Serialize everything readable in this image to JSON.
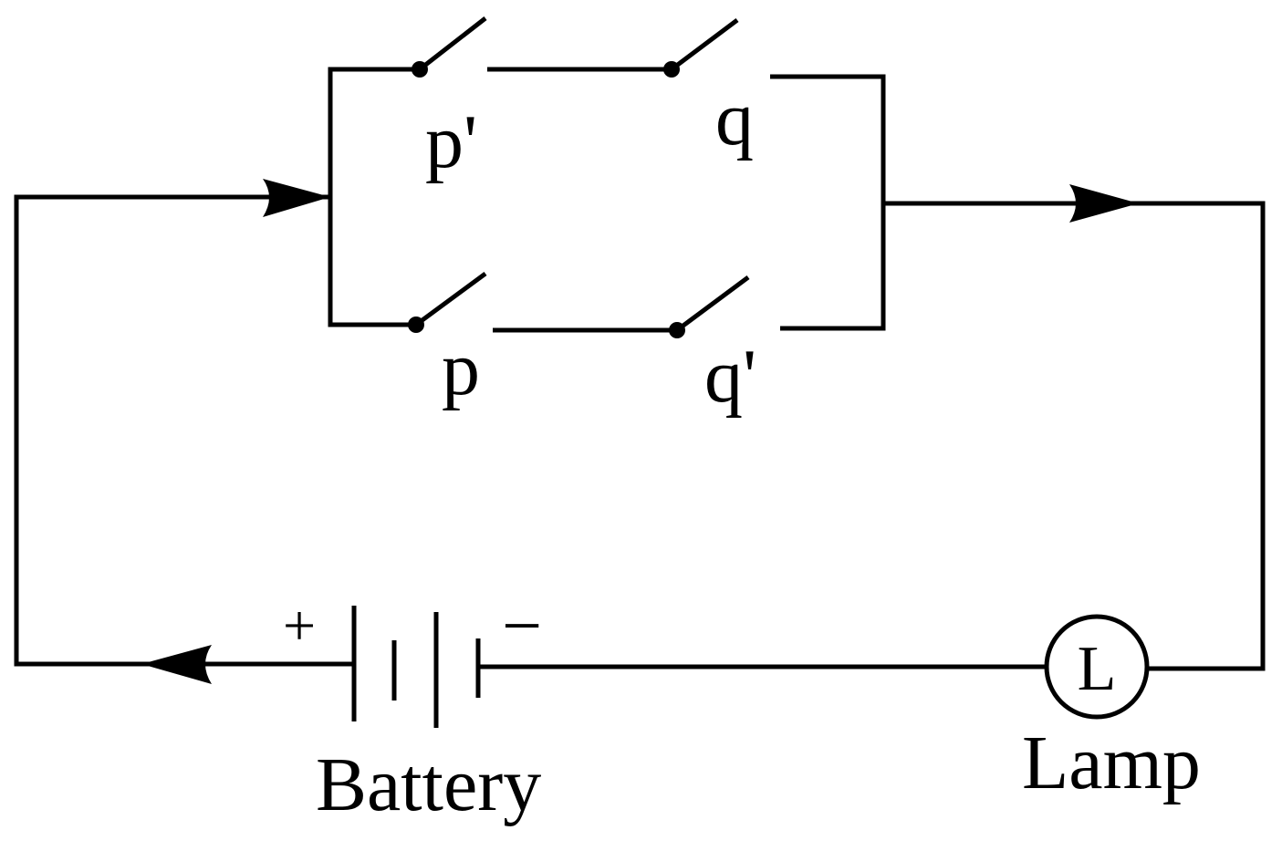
{
  "labels": {
    "switch_top_left": "p'",
    "switch_top_right": "q",
    "switch_bottom_left": "p",
    "switch_bottom_right": "q'",
    "battery": "Battery",
    "lamp": "Lamp",
    "lamp_symbol": "L",
    "plus": "+",
    "minus": "−"
  },
  "colors": {
    "stroke": "#000000",
    "background": "#ffffff"
  }
}
